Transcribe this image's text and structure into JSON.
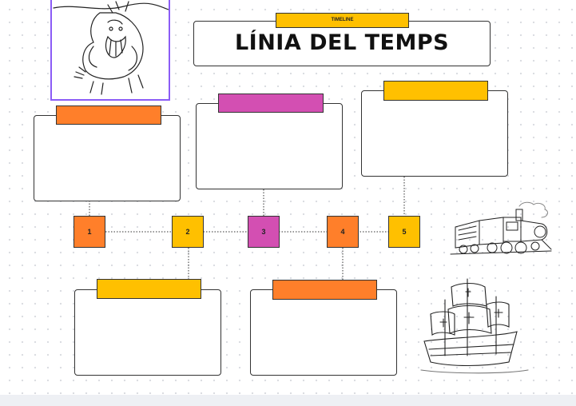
{
  "title": {
    "tag_label": "TIMELINE",
    "heading": "LÍNIA DEL TEMPS"
  },
  "nodes": [
    {
      "label": "1",
      "color": "#ff7f2a"
    },
    {
      "label": "2",
      "color": "#ffc000"
    },
    {
      "label": "3",
      "color": "#d34fb2"
    },
    {
      "label": "4",
      "color": "#ff7f2a"
    },
    {
      "label": "5",
      "color": "#ffc000"
    }
  ],
  "colors": {
    "orange": "#ff7f2a",
    "yellow": "#ffc000",
    "magenta": "#d34fb2",
    "frame": "#8b5cf6"
  },
  "images": {
    "top_left": "caveman-making-fire-illustration",
    "train": "steam-locomotive-illustration",
    "ship": "caravel-ship-illustration"
  }
}
